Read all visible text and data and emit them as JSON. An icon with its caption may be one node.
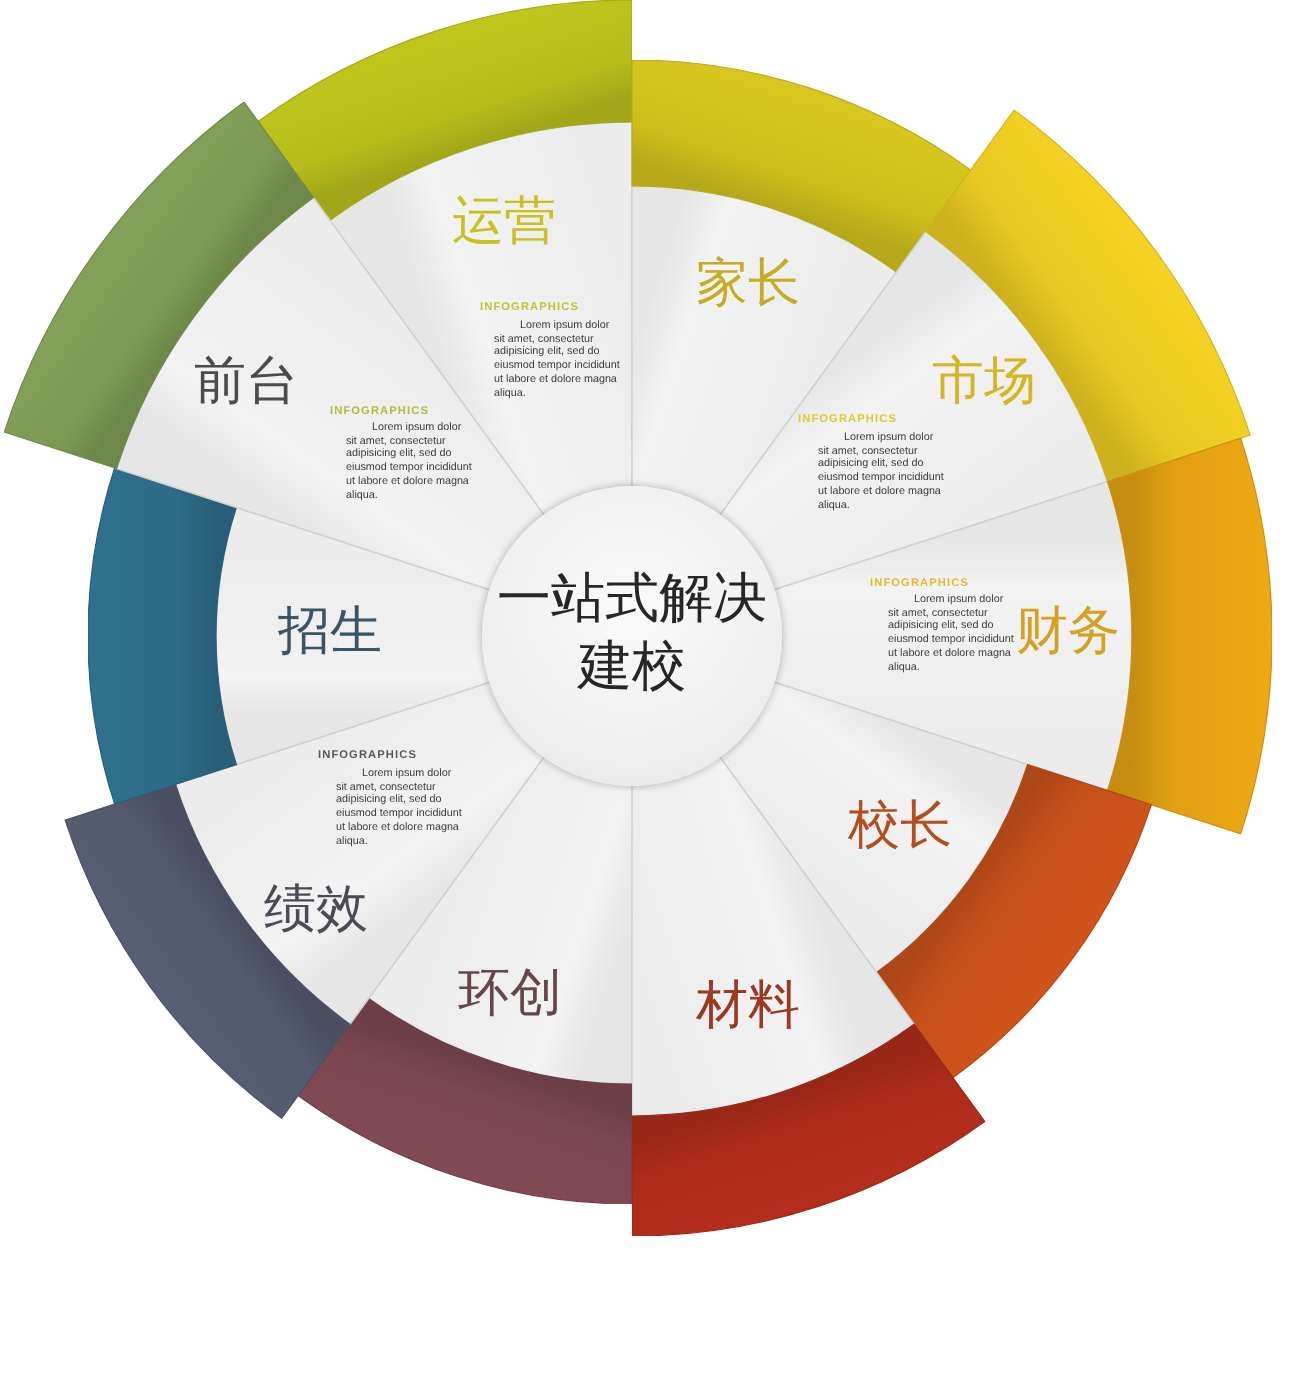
{
  "diagram": {
    "nodes": [
      {
        "text": [
          "一站式解决建校"
        ]
      },
      {
        "text": [
          "运营",
          "INFOGRAPHICS",
          "Lorem ipsum dolor sit amet, consectetur adipisicing elit, sed do eiusmod tempor incididunt ut labore et dolore magna aliqua."
        ]
      },
      {
        "text": [
          "家长"
        ]
      },
      {
        "text": [
          "市场",
          "INFOGRAPHICS",
          "Lorem ipsum dolor sit amet, consectetur adipisicing elit, sed do eiusmod tempor incididunt ut labore et dolore magna aliqua."
        ]
      },
      {
        "text": [
          "INFOGRAPHICS",
          "Lorem ipsum dolor sit amet, consectetur adipisicing elit, sed do eiusmod tempor incididunt ut labore et dolore magna aliqua.",
          "财务"
        ]
      },
      {
        "text": [
          "校长"
        ]
      },
      {
        "text": [
          "材料"
        ]
      },
      {
        "text": [
          "环创"
        ]
      },
      {
        "text": [
          "INFOGRAPHICS",
          "Lorem ipsum dolor sit amet, consectetur adipisicing elit, sed do eiusmod tempor incididunt ut labore et dolore magna aliqua.",
          "绩效"
        ]
      },
      {
        "text": [
          "招生"
        ]
      },
      {
        "text": [
          "前台",
          "INFOGRAPHICS",
          "Lorem ipsum dolor sit amet, consectetur adipisicing elit, sed do eiusmod tempor incididunt ut labore et dolore magna aliqua."
        ]
      }
    ]
  }
}
